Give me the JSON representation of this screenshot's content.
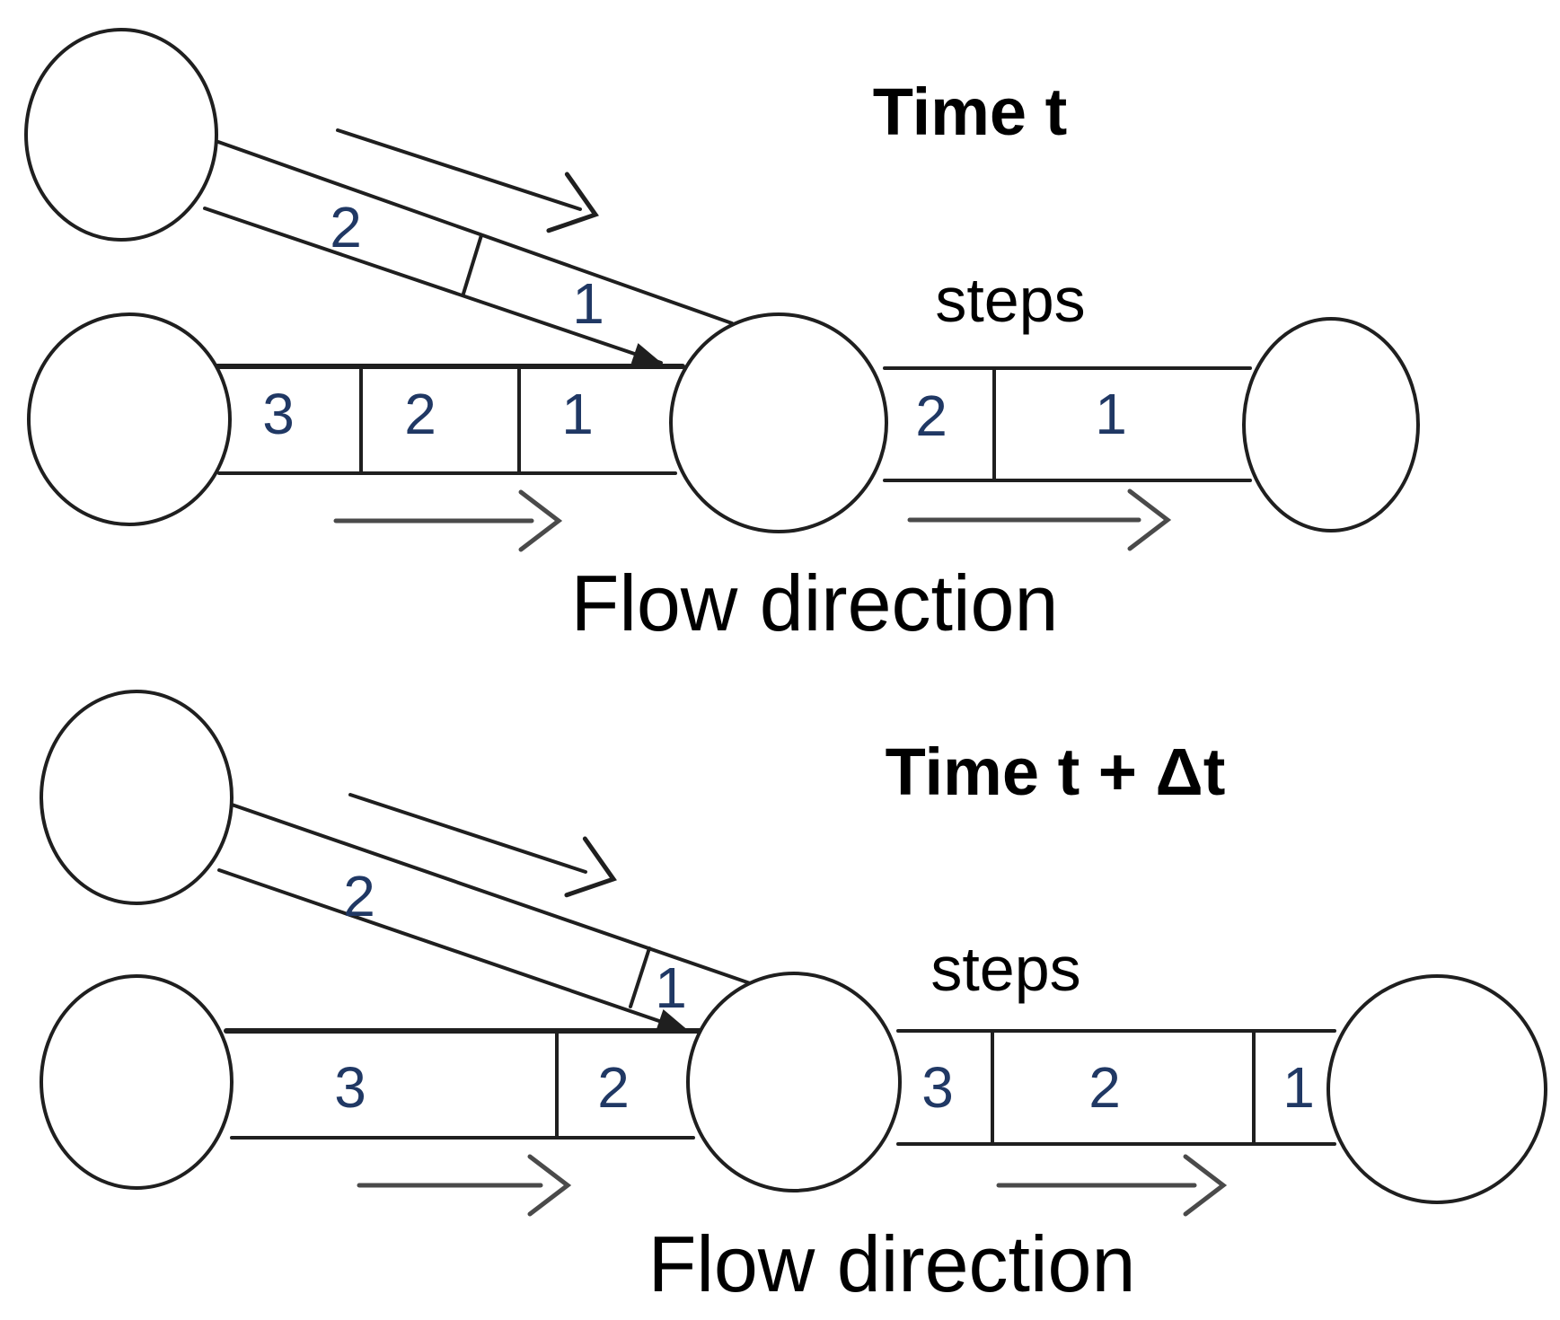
{
  "figure": {
    "background_color": "#ffffff",
    "line_color": "#1f1f1f",
    "number_color": "#203864",
    "arrow_color": "#4a4a4a",
    "text_color": "#000000",
    "panels": [
      {
        "id": "time-t",
        "title": "Time t",
        "steps_label": "steps",
        "flow_direction_label": "Flow direction",
        "edges": {
          "diagonal": {
            "segments": [
              "2",
              "1"
            ]
          },
          "left": {
            "segments": [
              "3",
              "2",
              "1"
            ]
          },
          "right": {
            "segments": [
              "2",
              "1"
            ]
          }
        }
      },
      {
        "id": "time-t-plus-dt",
        "title": "Time t + Δt",
        "steps_label": "steps",
        "flow_direction_label": "Flow direction",
        "edges": {
          "diagonal": {
            "segments": [
              "2",
              "1"
            ]
          },
          "left": {
            "segments": [
              "3",
              "2"
            ]
          },
          "right": {
            "segments": [
              "3",
              "2",
              "1"
            ]
          }
        }
      }
    ]
  }
}
